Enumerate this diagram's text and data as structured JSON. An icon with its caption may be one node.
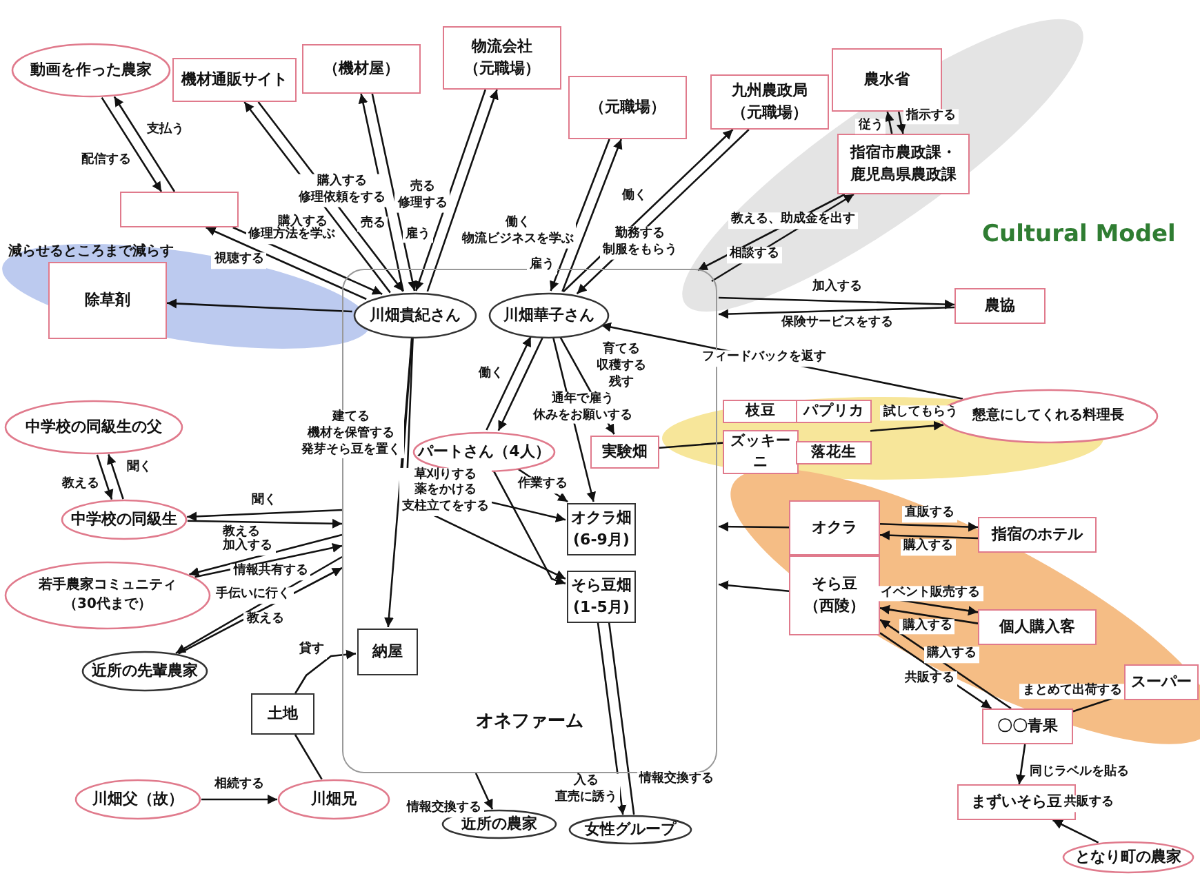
{
  "diagram": {
    "title": "Cultural Model",
    "nodes": [
      {
        "text": [
          "動画を作った農家"
        ]
      },
      {
        "text": [
          "機材通販サイト"
        ]
      },
      {
        "text": [
          "（機材屋）"
        ]
      },
      {
        "text": [
          "物流会社（元職場）"
        ]
      },
      {
        "text": [
          "（元職場）"
        ]
      },
      {
        "text": [
          "九州農政局（元職場）"
        ]
      },
      {
        "text": [
          "農水省"
        ]
      },
      {
        "text": [
          "指宿市農政課・鹿児島県農政課"
        ]
      },
      {
        "text": [],
        "shape": "box"
      },
      {
        "text": [
          "除草剤"
        ],
        "beside": [
          "減らせるところまで減らす"
        ]
      },
      {
        "text": [
          "オネファーム"
        ]
      },
      {
        "text": [
          "川畑貴紀さん"
        ],
        "in": 10
      },
      {
        "text": [
          "川畑華子さん"
        ],
        "in": 10
      },
      {
        "text": [
          "パートさん（4人）"
        ],
        "in": 10
      },
      {
        "text": [
          "実験畑"
        ],
        "in": 10
      },
      {
        "text": [
          "オクラ畑(6-9月)"
        ],
        "in": 10
      },
      {
        "text": [
          "そら豆畑(1-5月)"
        ],
        "in": 10
      },
      {
        "text": [
          "納屋"
        ],
        "in": 10
      },
      {
        "text": [
          "枝豆",
          "パプリカ",
          "ズッキーニ",
          "落花生"
        ]
      },
      {
        "text": [
          "農協"
        ]
      },
      {
        "text": [
          "懇意にしてくれる料理長"
        ]
      },
      {
        "text": [
          "オクラ"
        ]
      },
      {
        "text": [
          "そら豆（西陵）"
        ]
      },
      {
        "text": [
          "指宿のホテル"
        ]
      },
      {
        "text": [
          "個人購入客"
        ]
      },
      {
        "text": [
          "スーパー"
        ]
      },
      {
        "text": [
          "〇〇青果"
        ]
      },
      {
        "text": [
          "まずいそら豆"
        ]
      },
      {
        "text": [
          "となり町の農家"
        ]
      },
      {
        "text": [
          "中学校の同級生の父"
        ]
      },
      {
        "text": [
          "中学校の同級生"
        ]
      },
      {
        "text": [
          "若手農家コミュニティ（30代まで）"
        ]
      },
      {
        "text": [
          "近所の先輩農家"
        ]
      },
      {
        "text": [
          "土地"
        ]
      },
      {
        "text": [
          "川畑父（故）"
        ]
      },
      {
        "text": [
          "川畑兄"
        ]
      },
      {
        "text": [
          "近所の農家"
        ]
      },
      {
        "text": [
          "女性グループ"
        ]
      }
    ],
    "edges": [
      {
        "from": 0,
        "to": 8,
        "arrow": "to",
        "label": "配信する"
      },
      {
        "from": 8,
        "to": 0,
        "arrow": "to",
        "label": "支払う"
      },
      {
        "from": 11,
        "to": 1,
        "arrow": "to",
        "label": "購入する"
      },
      {
        "from": 1,
        "to": 11,
        "arrow": "to",
        "label": "売る"
      },
      {
        "from": 11,
        "to": 2,
        "arrow": "to",
        "label": "購入する修理依頼をする"
      },
      {
        "from": 2,
        "to": 11,
        "arrow": "to",
        "label": "売る修理する"
      },
      {
        "from": 11,
        "to": 3,
        "arrow": "to",
        "label": "働く物流ビジネスを学ぶ"
      },
      {
        "from": 3,
        "to": 11,
        "arrow": "to",
        "label": "雇う"
      },
      {
        "from": 12,
        "to": 4,
        "arrow": "to",
        "label": "勤務する制服をもらう"
      },
      {
        "from": 4,
        "to": 12,
        "arrow": "to",
        "label": "雇う"
      },
      {
        "from": 12,
        "to": 5,
        "arrow": "to",
        "label": "働く"
      },
      {
        "from": 5,
        "to": 12,
        "arrow": "to"
      },
      {
        "from": 6,
        "to": 7,
        "arrow": "to",
        "label": "指示する"
      },
      {
        "from": 7,
        "to": 6,
        "arrow": "to",
        "label": "従う"
      },
      {
        "from": 7,
        "to": 10,
        "arrow": "to",
        "label": "教える、助成金を出す"
      },
      {
        "from": 10,
        "to": 7,
        "arrow": "to",
        "label": "相談する"
      },
      {
        "from": 10,
        "to": 19,
        "arrow": "to",
        "label": "加入する"
      },
      {
        "from": 19,
        "to": 10,
        "arrow": "to",
        "label": "保険サービスをする"
      },
      {
        "from": 20,
        "to": 12,
        "arrow": "to",
        "label": "フィードバックを返す"
      },
      {
        "from": 11,
        "to": 8,
        "arrow": "to",
        "label": "視聴する"
      },
      {
        "from": 8,
        "to": 11,
        "arrow": "to",
        "label": "修理方法を学ぶ"
      },
      {
        "from": 11,
        "to": 9,
        "arrow": "to"
      },
      {
        "from": 13,
        "to": 12,
        "arrow": "to",
        "label": "働く"
      },
      {
        "from": 12,
        "to": 13,
        "arrow": "to",
        "label": "通年で雇う休みをお願いする"
      },
      {
        "from": 12,
        "to": 14,
        "arrow": "to",
        "label": "育てる収穫する残す"
      },
      {
        "from": 13,
        "to": 15,
        "arrow": "to",
        "label": "作業する"
      },
      {
        "from": 13,
        "to": 16,
        "arrow": "to"
      },
      {
        "from": 11,
        "to": 15,
        "arrow": "to",
        "label": "草刈りする薬をかける支柱立てをする"
      },
      {
        "from": 11,
        "to": 16,
        "arrow": "to"
      },
      {
        "from": 12,
        "to": 15,
        "arrow": "to"
      },
      {
        "from": 11,
        "to": 17,
        "arrow": "to",
        "label": "建てる機材を保管する発芽そら豆を置く"
      },
      {
        "from": 10,
        "to": 30,
        "arrow": "to",
        "label": "聞く"
      },
      {
        "from": 30,
        "to": 10,
        "arrow": "to",
        "label": "教える"
      },
      {
        "from": 29,
        "to": 30,
        "arrow": "to",
        "label": "教える"
      },
      {
        "from": 30,
        "to": 29,
        "arrow": "to",
        "label": "聞く"
      },
      {
        "from": 10,
        "to": 31,
        "arrow": "to",
        "label": "加入する"
      },
      {
        "from": 31,
        "to": 10,
        "arrow": "to",
        "label": "情報共有する"
      },
      {
        "from": 10,
        "to": 32,
        "arrow": "to",
        "label": "手伝いに行く"
      },
      {
        "from": 32,
        "to": 10,
        "arrow": "to",
        "label": "教える"
      },
      {
        "from": 33,
        "to": 17,
        "arrow": "to",
        "label": "貸す"
      },
      {
        "from": 35,
        "to": 33,
        "arrow": "none"
      },
      {
        "from": 34,
        "to": 35,
        "arrow": "to",
        "label": "相続する"
      },
      {
        "from": 10,
        "to": 36,
        "arrow": "to",
        "label": "情報交換する"
      },
      {
        "from": 16,
        "to": 37,
        "arrow": "to",
        "label": "入る直売に誘う"
      },
      {
        "from": 37,
        "to": 16,
        "arrow": "none",
        "label": "情報交換する"
      },
      {
        "from": 14,
        "to": 18,
        "arrow": "none"
      },
      {
        "from": 18,
        "to": 20,
        "arrow": "to",
        "label": "試してもらう"
      },
      {
        "from": 21,
        "to": 23,
        "arrow": "to",
        "label": "直販する"
      },
      {
        "from": 23,
        "to": 21,
        "arrow": "to",
        "label": "購入する"
      },
      {
        "from": 22,
        "to": 24,
        "arrow": "to",
        "label": "イベント販売する"
      },
      {
        "from": 24,
        "to": 22,
        "arrow": "to",
        "label": "購入する"
      },
      {
        "from": 22,
        "to": 26,
        "arrow": "to",
        "label": "共販する"
      },
      {
        "from": 26,
        "to": 22,
        "arrow": "to",
        "label": "購入する"
      },
      {
        "from": 26,
        "to": 25,
        "arrow": "none",
        "label": "まとめて出荷する"
      },
      {
        "from": 26,
        "to": 27,
        "arrow": "to",
        "label": "同じラベルを貼る"
      },
      {
        "from": 28,
        "to": 27,
        "arrow": "to",
        "label": "共販する"
      },
      {
        "from": 21,
        "to": 10,
        "arrow": "to"
      },
      {
        "from": 22,
        "to": 10,
        "arrow": "to"
      }
    ]
  }
}
